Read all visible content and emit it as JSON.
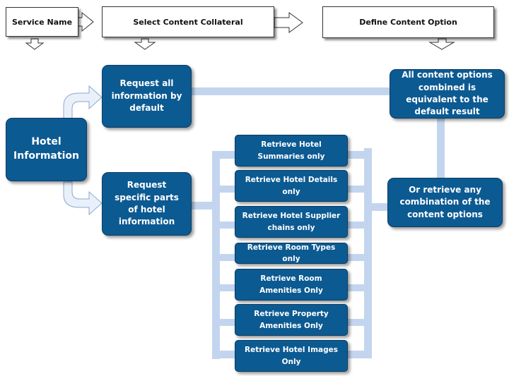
{
  "headers": {
    "service_name": "Service Name",
    "select_content": "Select Content Collateral",
    "define_option": "Define Content Option"
  },
  "hotel_box": "Hotel Information",
  "request_all": "Request all information by default",
  "request_specific": "Request specific parts of hotel information",
  "all_combined": "All content options combined is equivalent to the default result",
  "or_retrieve": "Or retrieve any combination of the content options",
  "options": [
    "Retrieve Hotel Summaries only",
    "Retrieve Hotel Details only",
    "Retrieve Hotel Supplier chains only",
    "Retrieve Room Types only",
    "Retrieve Room Amenities Only",
    "Retrieve Property Amenities Only",
    "Retrieve Hotel Images Only"
  ],
  "colors": {
    "box_fill": "#0c5a92",
    "connector": "#c3d5ee",
    "header_border": "#333333"
  }
}
